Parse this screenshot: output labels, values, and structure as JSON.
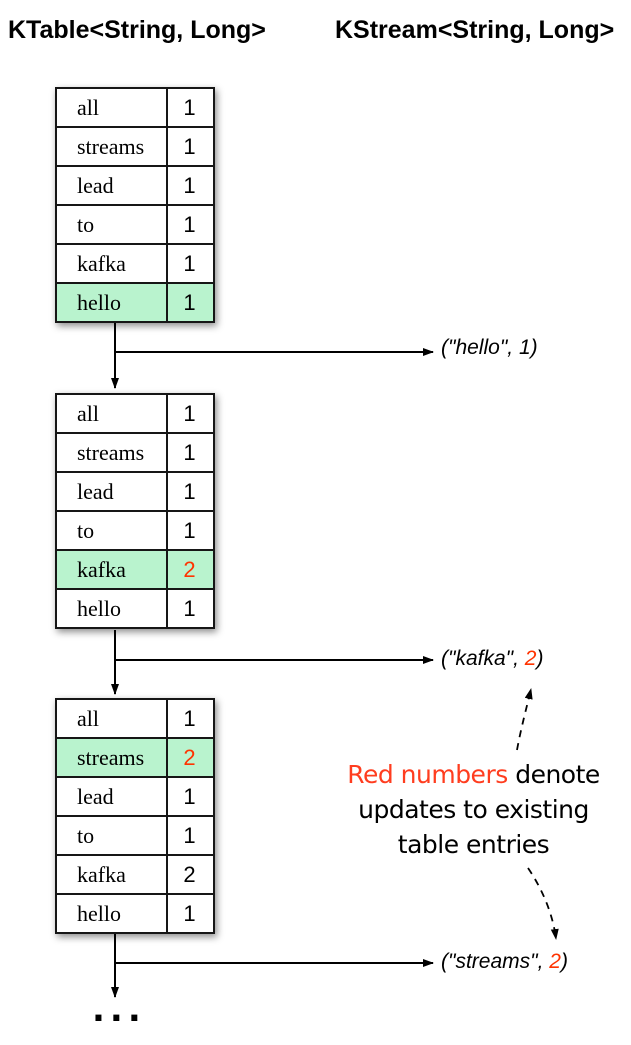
{
  "headers": {
    "ktable": "KTable<String, Long>",
    "kstream": "KStream<String, Long>"
  },
  "tables": [
    {
      "name": "ktable-state-1",
      "highlighted_key": "hello",
      "rows": [
        {
          "key": "all",
          "value": "1"
        },
        {
          "key": "streams",
          "value": "1"
        },
        {
          "key": "lead",
          "value": "1"
        },
        {
          "key": "to",
          "value": "1"
        },
        {
          "key": "kafka",
          "value": "1"
        },
        {
          "key": "hello",
          "value": "1"
        }
      ]
    },
    {
      "name": "ktable-state-2",
      "highlighted_key": "kafka",
      "rows": [
        {
          "key": "all",
          "value": "1"
        },
        {
          "key": "streams",
          "value": "1"
        },
        {
          "key": "lead",
          "value": "1"
        },
        {
          "key": "to",
          "value": "1"
        },
        {
          "key": "kafka",
          "value": "2",
          "red": true
        },
        {
          "key": "hello",
          "value": "1"
        }
      ]
    },
    {
      "name": "ktable-state-3",
      "highlighted_key": "streams",
      "rows": [
        {
          "key": "all",
          "value": "1"
        },
        {
          "key": "streams",
          "value": "2",
          "red": true
        },
        {
          "key": "lead",
          "value": "1"
        },
        {
          "key": "to",
          "value": "1"
        },
        {
          "key": "kafka",
          "value": "2"
        },
        {
          "key": "hello",
          "value": "1"
        }
      ]
    }
  ],
  "stream_records": [
    {
      "prefix": "(\"hello\", ",
      "value": "1",
      "suffix": ")",
      "red": false
    },
    {
      "prefix": "(\"kafka\", ",
      "value": "2",
      "suffix": ")",
      "red": true
    },
    {
      "prefix": "(\"streams\", ",
      "value": "2",
      "suffix": ")",
      "red": true
    }
  ],
  "annotation": {
    "line1_red": "Red numbers",
    "line1_rest": " denote",
    "line2": "updates to existing",
    "line3": "table entries"
  },
  "ellipsis": "...",
  "colors": {
    "highlight_green": "#b9f3ce",
    "update_red": "#ff3300",
    "annotation_red": "#ff3d1f",
    "line_black": "#000000"
  }
}
